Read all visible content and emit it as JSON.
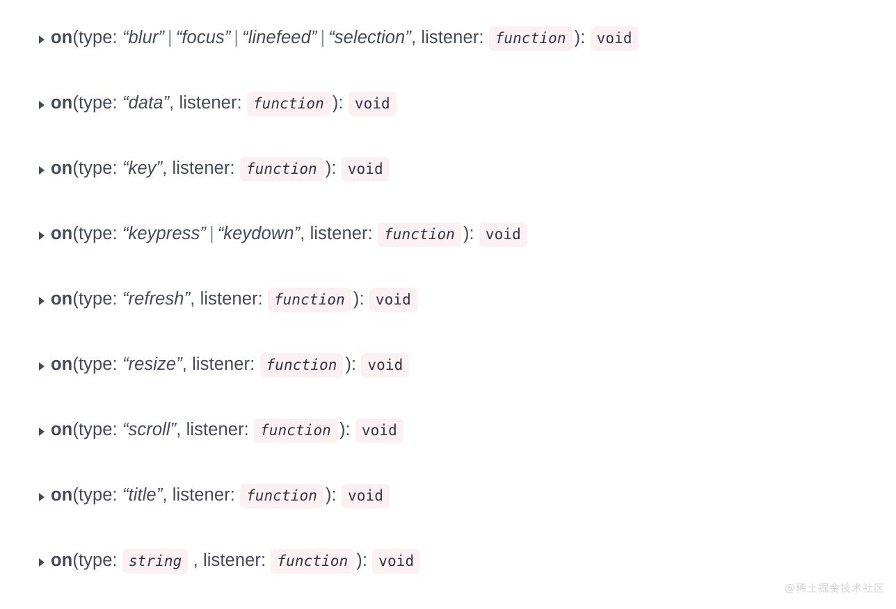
{
  "page": {
    "background_color": "#ffffff",
    "text_color": "#434a5c",
    "code_chip_background": "#fbf0f2",
    "code_chip_text_color": "#2f3440",
    "watermark": "@稀土掘金技术社区"
  },
  "common": {
    "method_name": "on",
    "open_paren": "(",
    "close_paren": ")",
    "type_label": "type:",
    "listener_label": "listener:",
    "comma": ",",
    "colon": ":",
    "pipe": "|",
    "listener_type": "function",
    "return_type": "void",
    "disclosure_icon": "triangle-right-icon"
  },
  "signatures": [
    {
      "id": "on-blur-focus-linefeed-selection",
      "types": [
        "“blur”",
        "“focus”",
        "“linefeed”",
        "“selection”"
      ],
      "type_is_code": false
    },
    {
      "id": "on-data",
      "types": [
        "“data”"
      ],
      "type_is_code": false
    },
    {
      "id": "on-key",
      "types": [
        "“key”"
      ],
      "type_is_code": false
    },
    {
      "id": "on-keypress-keydown",
      "types": [
        "“keypress”",
        "“keydown”"
      ],
      "type_is_code": false
    },
    {
      "id": "on-refresh",
      "types": [
        "“refresh”"
      ],
      "type_is_code": false
    },
    {
      "id": "on-resize",
      "types": [
        "“resize”"
      ],
      "type_is_code": false
    },
    {
      "id": "on-scroll",
      "types": [
        "“scroll”"
      ],
      "type_is_code": false
    },
    {
      "id": "on-title",
      "types": [
        "“title”"
      ],
      "type_is_code": false
    },
    {
      "id": "on-string",
      "types": [
        "string"
      ],
      "type_is_code": true
    }
  ]
}
